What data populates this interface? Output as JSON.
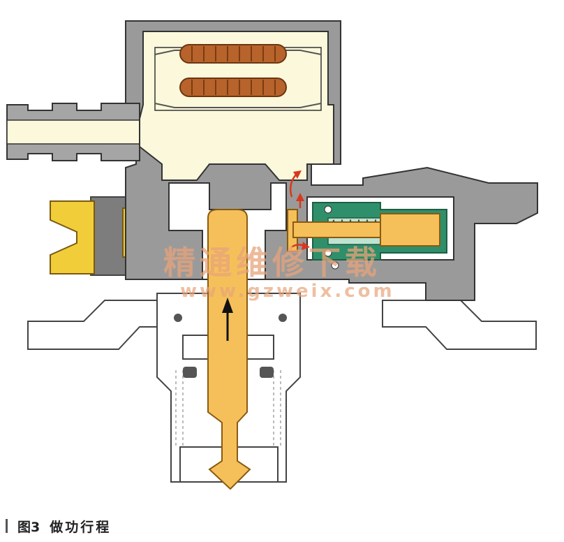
{
  "caption": {
    "figure_label": "图3",
    "title": "做功行程"
  },
  "watermark": {
    "text_cn": "精通维修下载",
    "url": "www.gzweix.com"
  },
  "colors": {
    "housing_gray": "#9a9a9a",
    "housing_dark": "#7d7d7d",
    "chamber_cream": "#fbf8dc",
    "piston_orange": "#f5c05a",
    "coil_brown": "#b8632c",
    "valve_green": "#2f8f6a",
    "arrow_red": "#d9381e",
    "inlet_yellow": "#f1cd3a"
  },
  "icons": [
    "up-arrow-icon",
    "flow-arrow-icon"
  ]
}
